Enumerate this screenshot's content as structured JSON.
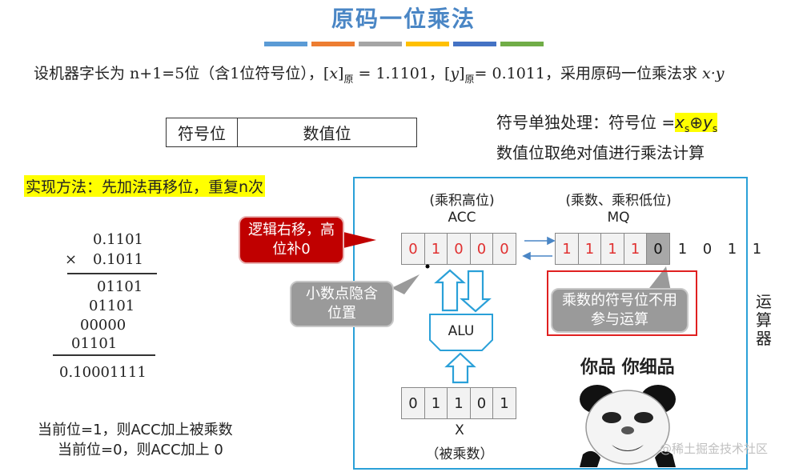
{
  "title": "原码一位乘法",
  "color_bars": [
    "#5b9bd5",
    "#ed7d31",
    "#a5a5a5",
    "#ffc000",
    "#4472c4",
    "#70ad47"
  ],
  "problem": {
    "prefix": "设机器字长为 n+1=5位（含1位符号位），",
    "x_open": "[",
    "x_var": "x",
    "x_close": "]",
    "sub_yuan": "原",
    "x_val": " = 1.1101，",
    "y_var": "y",
    "y_val": "= 0.1011，",
    "suffix": "采用原码一位乘法求 ",
    "expr": "x·y"
  },
  "format_table": {
    "sign": "符号位",
    "value": "数值位"
  },
  "notes": {
    "sign_label": "符号单独处理：符号位 =",
    "sign_formula": "xs⊕ys",
    "value_note": "数值位取绝对值进行乘法计算"
  },
  "method": "实现方法：先加法再移位，重复n次",
  "multiplication": {
    "multiplicand": "0.1101",
    "times": "×",
    "multiplier": "0.1011",
    "partials": [
      "01101",
      "01101",
      "00000",
      "01101"
    ],
    "result": "0.10001111"
  },
  "rules": [
    "当前位=1，则ACC加上被乘数",
    "当前位=0，则ACC加上 0"
  ],
  "acc": {
    "caption": "(乘积高位)",
    "name": "ACC",
    "bits": [
      "0",
      "1",
      "0",
      "0",
      "0"
    ]
  },
  "mq": {
    "caption": "(乘数、乘积低位)",
    "name": "MQ",
    "bits": [
      "1",
      "1",
      "1",
      "1",
      "0"
    ],
    "overflow": [
      "1",
      "0",
      "1",
      "1"
    ]
  },
  "alu_label": "ALU",
  "x_reg": {
    "name": "X",
    "caption": "（被乘数）",
    "bits": [
      "0",
      "1",
      "1",
      "0",
      "1"
    ]
  },
  "callouts": {
    "shift": "逻辑右移，高位补0",
    "decimal": "小数点隐含位置",
    "sign_skip": "乘数的符号位不用参与运算"
  },
  "unit_label": "运算器",
  "meme_text": "你品 你细品",
  "watermark": "@稀土掘金技术社区"
}
